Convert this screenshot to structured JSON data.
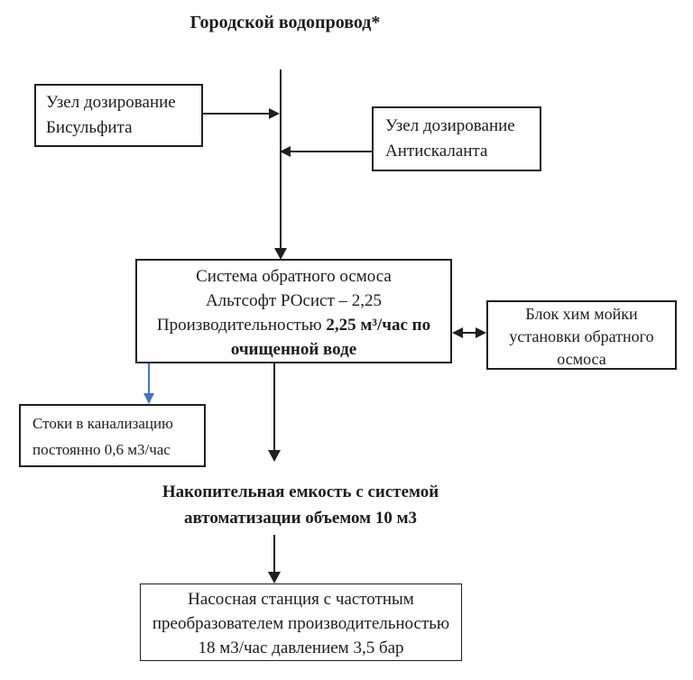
{
  "title": "Городской водопровод*",
  "colors": {
    "line": "#1f1f1f",
    "blue_arrow": "#4472C4",
    "background": "#ffffff"
  },
  "boxes": {
    "bisulfite": {
      "lines": [
        "Узел дозирование",
        "Бисульфита"
      ]
    },
    "antiscalant": {
      "lines": [
        "Узел дозирование",
        "Антискаланта"
      ]
    },
    "ro_system": {
      "lines": [
        "Система обратного осмоса",
        "Альтсофт РОсист – 2,25"
      ],
      "line3_regular": "Производительностью ",
      "line3_bold": "2,25 м³/час по",
      "line4_bold": "очищенной воде"
    },
    "chem_wash": {
      "lines": [
        "Блок хим мойки",
        "установки обратного",
        "осмоса"
      ]
    },
    "drain": {
      "lines": [
        "Стоки в канализацию",
        "постоянно 0,6 м3/час"
      ]
    },
    "storage_label": {
      "lines": [
        "Накопительная емкость с системой",
        "автоматизации объемом 10 м3"
      ]
    },
    "pump_station": {
      "lines": [
        "Насосная станция с частотным",
        "преобразователем производительностью",
        "18 м3/час давлением 3,5 бар"
      ]
    }
  }
}
